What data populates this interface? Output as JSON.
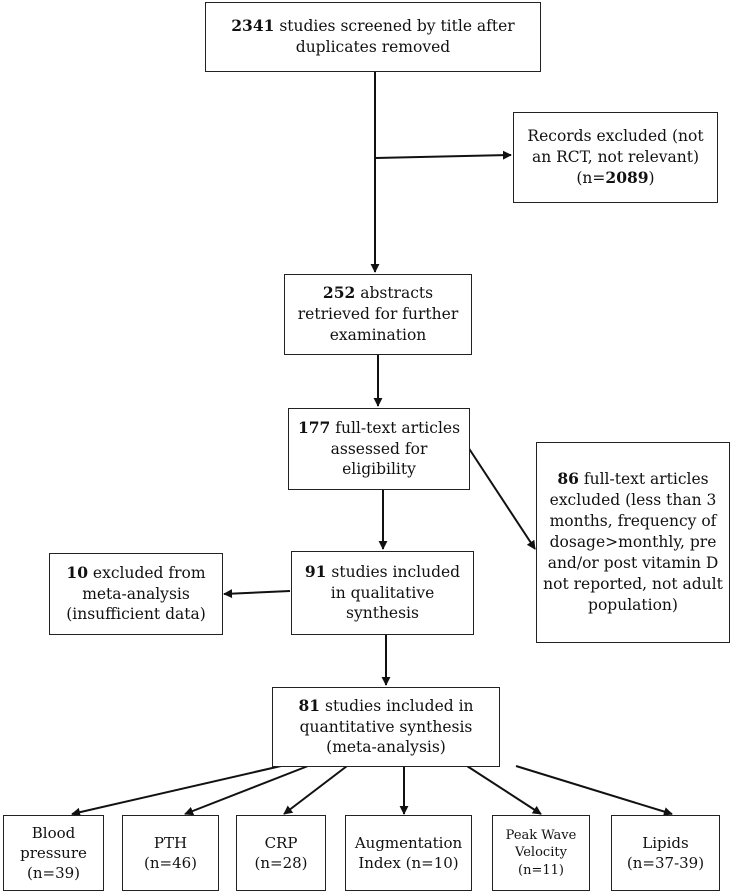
{
  "nodes": {
    "screened": {
      "num": "2341",
      "text": "studies screened by title after",
      "line2": "duplicates removed"
    },
    "records_excluded": {
      "line1": "Records excluded (not",
      "line2": "an RCT, not relevant)",
      "pre": "(n=",
      "num": "2089",
      "post": ")"
    },
    "abstracts": {
      "num": "252",
      "text": "abstracts",
      "line2": "retrieved for further",
      "line3": "examination"
    },
    "fulltext": {
      "num": "177",
      "text": "full-text articles",
      "line2": "assessed for",
      "line3": "eligibility"
    },
    "fulltext_excluded": {
      "num": "86",
      "text": "full-text articles",
      "line2": "excluded (less than 3",
      "line3": "months, frequency of",
      "line4": "dosage>monthly, pre",
      "line5": "and/or post vitamin D",
      "line6": "not reported, not adult",
      "line7": "population)"
    },
    "qualitative": {
      "num": "91",
      "text": "studies included",
      "line2": "in qualitative",
      "line3": "synthesis"
    },
    "meta_excluded": {
      "num": "10",
      "text": "excluded from",
      "line2": "meta-analysis",
      "line3": "(insufficient data)"
    },
    "quantitative": {
      "num": "81",
      "text": "studies included in",
      "line2": "quantitative synthesis",
      "line3": "(meta-analysis)"
    },
    "outcomes": [
      {
        "line1": "Blood",
        "line2": "pressure",
        "line3": "(n=39)"
      },
      {
        "line1": "PTH",
        "line2": "(n=46)"
      },
      {
        "line1": "CRP",
        "line2": "(n=28)"
      },
      {
        "line1": "Augmentation",
        "line2": "Index (n=10)"
      },
      {
        "line1": "Peak Wave",
        "line2": "Velocity",
        "line3": "(n=11)"
      },
      {
        "line1": "Lipids",
        "line2": "(n=37-39)"
      }
    ]
  }
}
